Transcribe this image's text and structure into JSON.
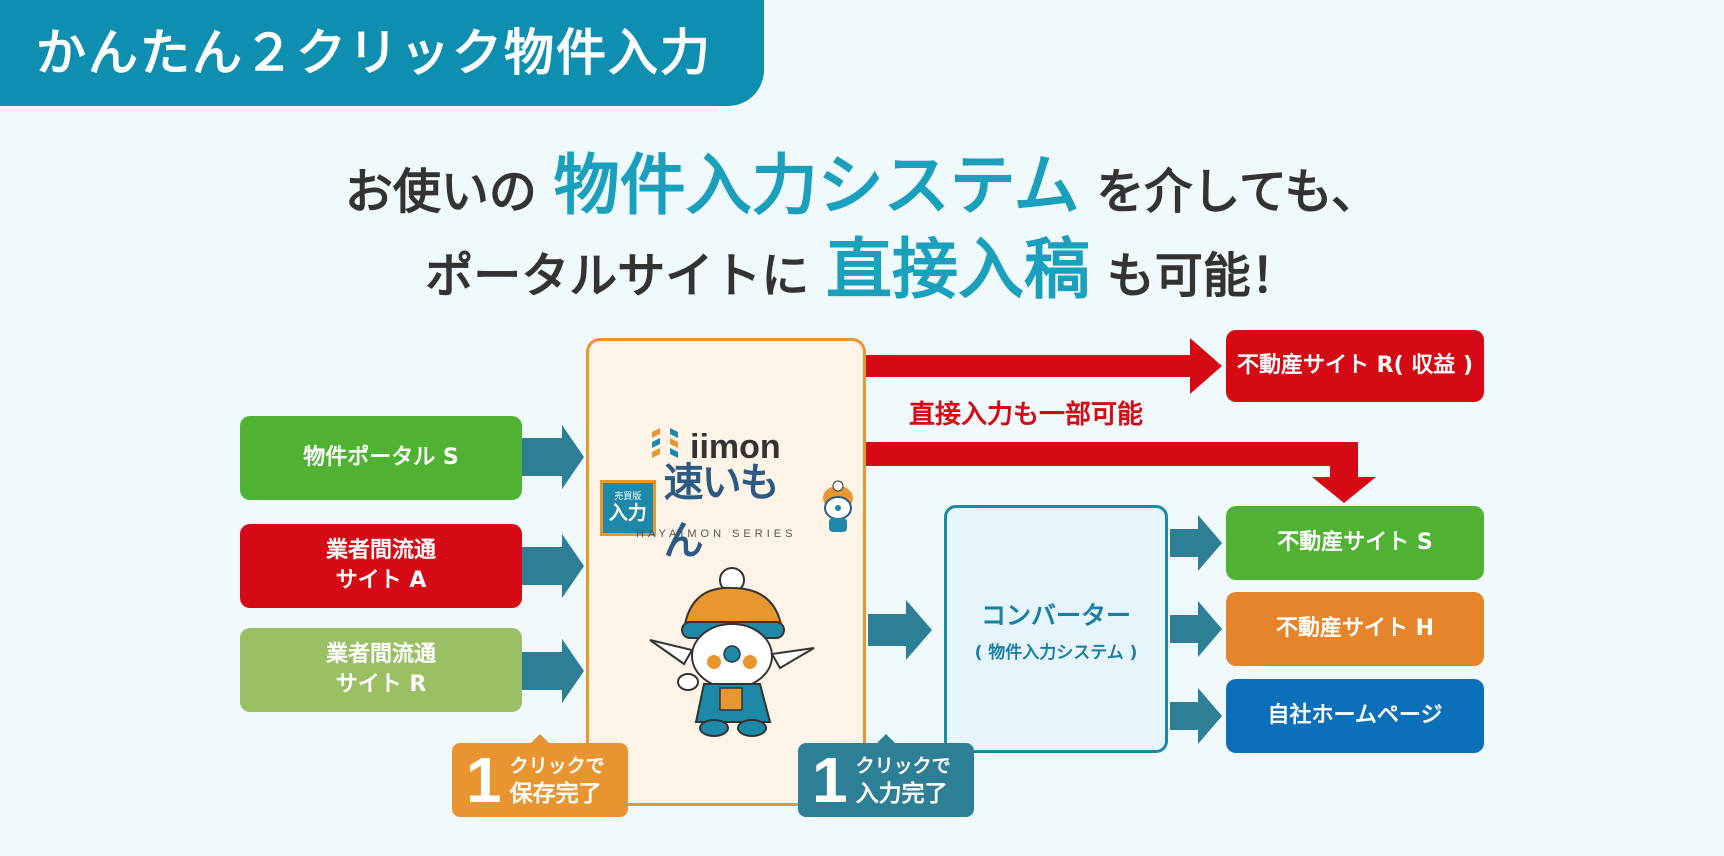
{
  "header": {
    "tag_label": "かんたん２クリック物件入力"
  },
  "headline": {
    "line1_pre": "お使いの",
    "line1_highlight": "物件入力システム",
    "line1_post": "を介しても、",
    "line2_pre": "ポータルサイトに",
    "line2_highlight": "直接入稿",
    "line2_post": "も可能！"
  },
  "sources": [
    {
      "label_lines": [
        "物件ポータル S"
      ],
      "color": "#4fb233"
    },
    {
      "label_lines": [
        "業者間流通",
        "サイト A"
      ],
      "color": "#d60a15"
    },
    {
      "label_lines": [
        "業者間流通",
        "サイト R"
      ],
      "color": "#9bc063"
    }
  ],
  "center": {
    "brand": "iimon",
    "product": "速いもん",
    "product_badge_small": "売買版",
    "product_badge_big": "入力",
    "series": "HAYAIMON SERIES"
  },
  "converter": {
    "title": "コンバーター",
    "subtitle": "( 物件入力システム )"
  },
  "direct_label": "直接入力も一部可能",
  "destinations": {
    "direct": "不動産サイト R( 収益 )",
    "via_converter": [
      {
        "label": "不動産サイト S",
        "color": "#4fb233"
      },
      {
        "label": "不動産サイト H",
        "color": "#e4852b"
      },
      {
        "label": "自社ホームページ",
        "color": "#0c6fba"
      }
    ]
  },
  "badges": [
    {
      "number": "1",
      "top": "クリックで",
      "bottom": "保存完了",
      "color": "#e89531"
    },
    {
      "number": "1",
      "top": "クリックで",
      "bottom": "入力完了",
      "color": "#2c7f94"
    }
  ],
  "colors": {
    "accent": "#1aa0bd",
    "teal_arrow": "#2c7f94",
    "red_arrow": "#d60a15"
  }
}
